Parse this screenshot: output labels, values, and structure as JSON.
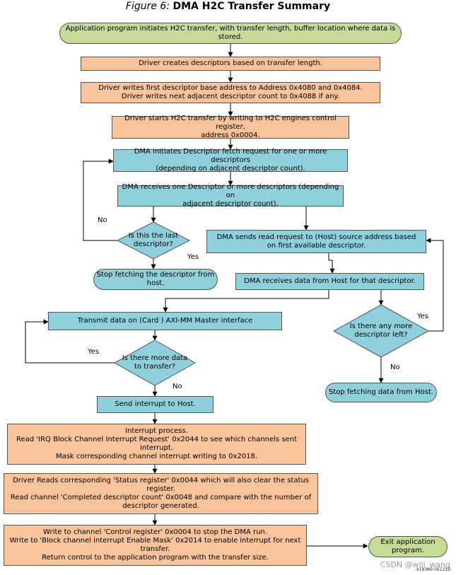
{
  "figure": {
    "label": "Figure 6:",
    "title": "DMA H2C Transfer Summary"
  },
  "nodes": {
    "app_start": [
      "Application program initiates H2C transfer, with transfer length, buffer location where data is stored."
    ],
    "create_desc": [
      "Driver creates descriptors based on transfer length."
    ],
    "write_desc": [
      "Driver writes first descriptor base address to Address 0x4080 and 0x4084.",
      "Driver writes next adjacent descriptor count to 0x4088 if any."
    ],
    "start_h2c": [
      "Driver starts H2C transfer by writing to H2C engines control register,",
      "address 0x0004."
    ],
    "fetch_req": [
      "DMA initiates Descriptor fetch request for one or more descriptors",
      "(depending on adjacent descriptor count)."
    ],
    "recv_desc": [
      "DMA receives one Descriptor or more descriptors (depending on",
      "adjacent descriptor count)."
    ],
    "last_desc": [
      "Is this the last",
      "descriptor?"
    ],
    "stop_fetch_desc": [
      "Stop fetching the descriptor from",
      "host."
    ],
    "send_read": [
      "DMA sends read request to (Host) source address based",
      "on first available descriptor."
    ],
    "recv_data": [
      "DMA receives data from Host for that descriptor."
    ],
    "transmit": [
      "Transmit data on (Card ) AXI-MM Master interface"
    ],
    "more_data": [
      "Is there more data",
      "to transfer?"
    ],
    "more_desc": [
      "Is there any more",
      "descriptor left?"
    ],
    "stop_fetch_data": [
      "Stop fetching data from Host."
    ],
    "send_irq": [
      "Send interrupt to Host."
    ],
    "irq_process": [
      "Interrupt process.",
      "Read 'IRQ Block Channel Interrupt Request' 0x2044 to see which channels sent interrupt.",
      "Mask corresponding channel interrupt writing to 0x2018."
    ],
    "driver_reads": [
      "Driver Reads corresponding 'Status register' 0x0044 which will also clear the status register.",
      "Read channel 'Completed descriptor count' 0x0048 and compare with the number of",
      "descriptor generated."
    ],
    "write_ctrl": [
      "Write to channel 'Control register' 0x0004 to stop the DMA run.",
      "Write to 'Block channel interrupt Enable Mask' 0x2014 to enable interrupt for next transfer.",
      "Return control to the application program with the transfer size."
    ],
    "exit_app": [
      "Exit application",
      "program."
    ]
  },
  "edge_labels": {
    "last_no": "No",
    "last_yes": "Yes",
    "more_data_yes": "Yes",
    "more_data_no": "No",
    "more_desc_yes": "Yes",
    "more_desc_no": "No"
  },
  "watermark": {
    "text": "CSDN @wili_wang",
    "id": "X19389-061319"
  },
  "colors": {
    "process_orange": "#f9c49b",
    "process_blue": "#8fd0dc",
    "terminal_green": "#c5dc98",
    "line": "#000000"
  }
}
